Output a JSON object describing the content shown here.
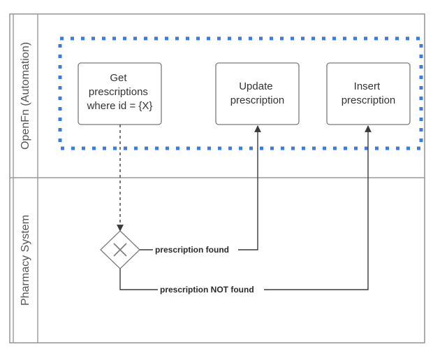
{
  "lanes": {
    "automation": {
      "label": "OpenFn (Automation)"
    },
    "pharmacy": {
      "label": "Pharmacy System"
    }
  },
  "tasks": {
    "get": {
      "lines": [
        "Get",
        "prescriptions",
        "where id = {X}"
      ]
    },
    "update": {
      "lines": [
        "Update",
        "prescription"
      ]
    },
    "insert": {
      "lines": [
        "Insert",
        "prescription"
      ]
    }
  },
  "flows": {
    "found": {
      "label": "prescription found"
    },
    "not_found": {
      "label": "prescription NOT found"
    }
  },
  "colors": {
    "group_border": "#3d7be0",
    "lane_border": "#9a9a9a"
  }
}
